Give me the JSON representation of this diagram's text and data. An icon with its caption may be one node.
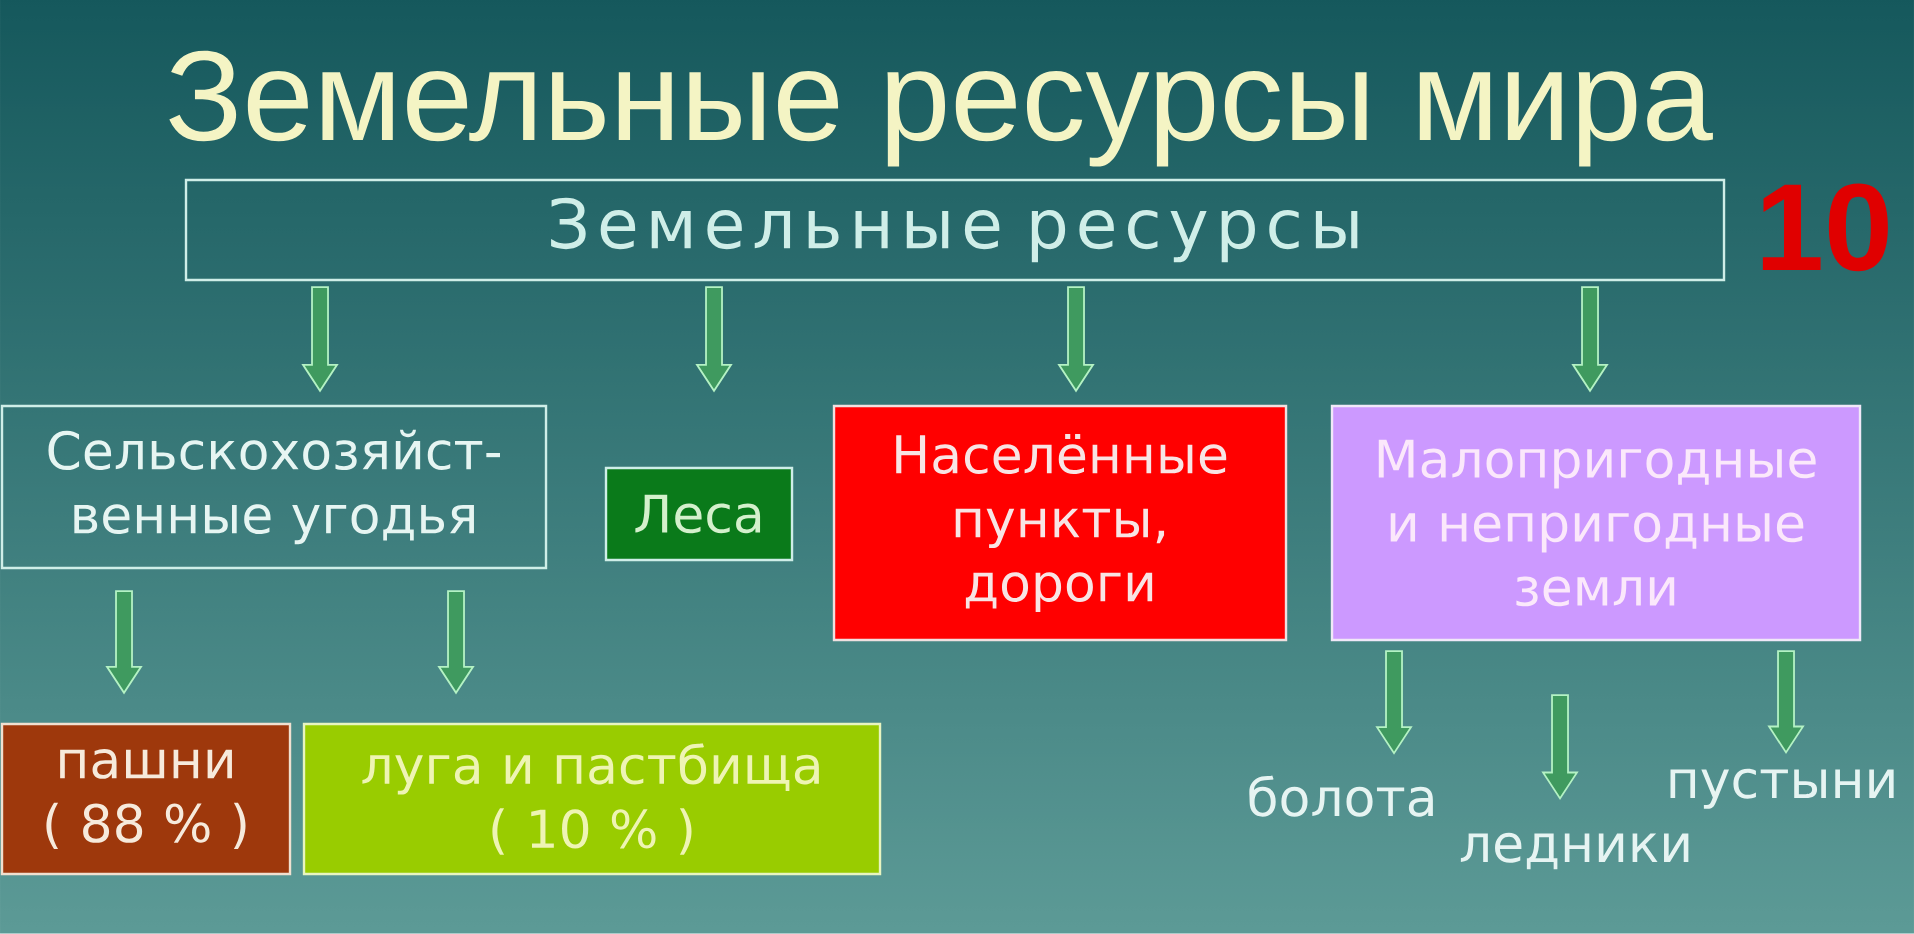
{
  "diagram": {
    "title": "Земельные ресурсы мира",
    "nodes": [
      {
        "text": [
          "Земельные ресурсы"
        ]
      },
      {
        "text": [
          "Сельскохозяйст- венные угодья"
        ]
      },
      {
        "text": [
          "Леса"
        ]
      },
      {
        "text": [
          "Населённые пункты, дороги"
        ]
      },
      {
        "text": [
          "Малопригодные и непригодные земли"
        ]
      },
      {
        "text": [
          "пашни",
          "( 88 % )"
        ]
      },
      {
        "text": [
          "луга и пастбища",
          "( 10 % )"
        ]
      },
      {
        "text": [
          "болота"
        ]
      },
      {
        "text": [
          "ледники"
        ]
      },
      {
        "text": [
          "пустыни"
        ]
      }
    ],
    "edges": [
      {
        "from": 0,
        "to": 1,
        "arrow": "to"
      },
      {
        "from": 0,
        "to": 2,
        "arrow": "to"
      },
      {
        "from": 0,
        "to": 3,
        "arrow": "to"
      },
      {
        "from": 0,
        "to": 4,
        "arrow": "to"
      },
      {
        "from": 1,
        "to": 5,
        "arrow": "to"
      },
      {
        "from": 1,
        "to": 6,
        "arrow": "to"
      },
      {
        "from": 4,
        "to": 7,
        "arrow": "to"
      },
      {
        "from": 4,
        "to": 8,
        "arrow": "to"
      },
      {
        "from": 4,
        "to": 9,
        "arrow": "to"
      }
    ],
    "labels": [
      "10"
    ]
  }
}
